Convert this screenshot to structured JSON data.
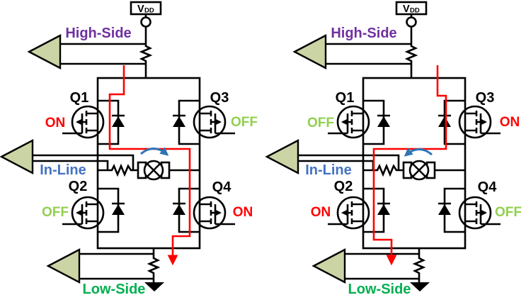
{
  "colors": {
    "on": "#ff0000",
    "off": "#92d050",
    "high_side": "#7030a0",
    "in_line": "#4472c4",
    "low_side": "#00b050",
    "current_path": "#ff0000",
    "rotation_arrow": "#2e75b6",
    "arrow_fill": "#cbd4a4",
    "wire": "#000000"
  },
  "labels": {
    "high_side": "High-Side",
    "in_line": "In-Line",
    "low_side": "Low-Side",
    "vdd_main": "V",
    "vdd_sub": "DD"
  },
  "icons": {
    "sense_arrow": "left-pointing-sense-arrow",
    "rotation_arrow": "motor-rotation-arrow",
    "current_path": "red-current-flow-arrow",
    "ground": "ground-symbol",
    "motor": "dc-motor-symbol"
  },
  "circuits": [
    {
      "side": "left",
      "rotation_direction": "clockwise",
      "q1": {
        "label": "Q1",
        "state": "ON"
      },
      "q2": {
        "label": "Q2",
        "state": "OFF"
      },
      "q3": {
        "label": "Q3",
        "state": "OFF"
      },
      "q4": {
        "label": "Q4",
        "state": "ON"
      }
    },
    {
      "side": "right",
      "rotation_direction": "counterclockwise",
      "q1": {
        "label": "Q1",
        "state": "OFF"
      },
      "q2": {
        "label": "Q2",
        "state": "ON"
      },
      "q3": {
        "label": "Q3",
        "state": "ON"
      },
      "q4": {
        "label": "Q4",
        "state": "OFF"
      }
    }
  ]
}
